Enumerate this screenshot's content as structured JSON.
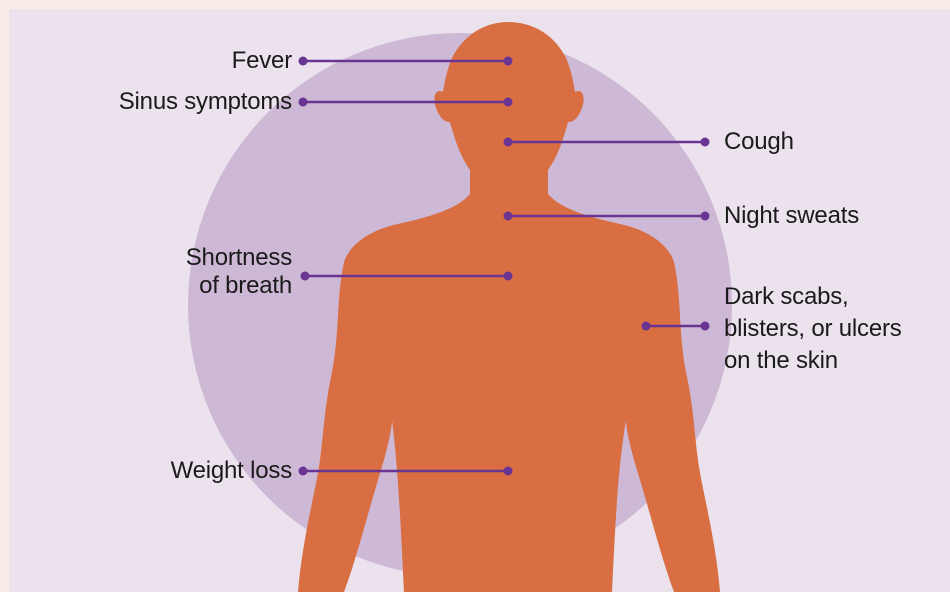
{
  "colors": {
    "page_border": "#f7ece8",
    "panel_background": "#ebe2ed",
    "circle": "#cdb8d6",
    "body": "#d86e42",
    "leader": "#6a3592"
  },
  "icon": "human-body-silhouette",
  "symptoms": {
    "fever": "Fever",
    "sinus": "Sinus symptoms",
    "cough": "Cough",
    "night_sweats": "Night sweats",
    "shortness_line1": "Shortness",
    "shortness_line2": "of breath",
    "skin_line1": "Dark scabs,",
    "skin_line2": "blisters, or ulcers",
    "skin_line3": "on the skin",
    "weight_loss": "Weight loss"
  }
}
